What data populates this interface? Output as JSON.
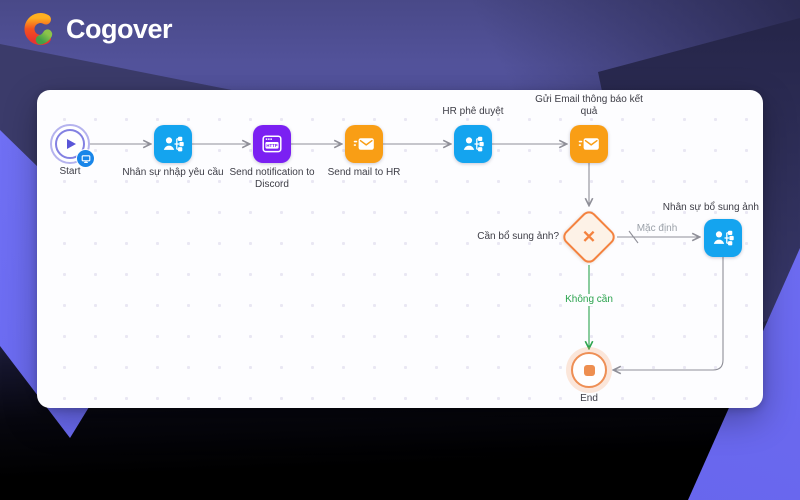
{
  "brand": {
    "name": "Cogover"
  },
  "workflow": {
    "nodes": {
      "start": {
        "label": "Start"
      },
      "request": {
        "label": "Nhân sự nhập yêu cầu"
      },
      "discord": {
        "label": "Send notification to Discord"
      },
      "mail_hr": {
        "label": "Send mail to HR"
      },
      "approve": {
        "label": "HR phê duyệt"
      },
      "result_mail": {
        "label": "Gửi Email thông báo kết quả"
      },
      "decision": {
        "label": "Cần bổ sung ảnh?"
      },
      "add_photo": {
        "label": "Nhân sự bổ sung ảnh"
      },
      "end": {
        "label": "End"
      }
    },
    "edges": {
      "default_label": "Mặc định",
      "no_need_label": "Không cần"
    },
    "icons": {
      "http_text": "HTTP"
    }
  },
  "colors": {
    "task_blue": "#14a4ef",
    "task_purple": "#7b20f2",
    "task_orange": "#f99e15",
    "gateway_orange": "#f4823f",
    "edge_gray": "#8f8f98",
    "edge_green": "#2da44e",
    "background_indigo": "#6c6cf1",
    "background_purple": "#50509a"
  }
}
